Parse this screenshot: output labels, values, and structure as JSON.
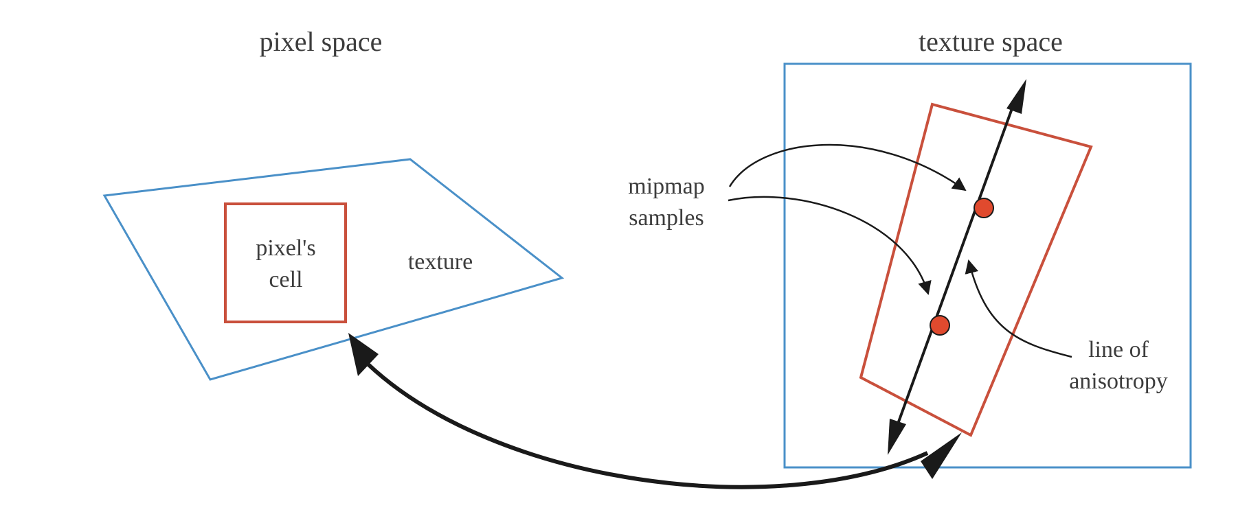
{
  "pixel_space": {
    "heading": "pixel space",
    "cell_label_line1": "pixel's",
    "cell_label_line2": "cell",
    "texture_label": "texture"
  },
  "texture_space": {
    "heading": "texture space",
    "mipmap_label_line1": "mipmap",
    "mipmap_label_line2": "samples",
    "anisotropy_label_line1": "line of",
    "anisotropy_label_line2": "anisotropy"
  },
  "colors": {
    "blue": "#4a90c8",
    "red": "#c9503c",
    "dot_fill": "#e04a2e",
    "ink": "#1a1a1a",
    "text": "#3c3c3c"
  }
}
